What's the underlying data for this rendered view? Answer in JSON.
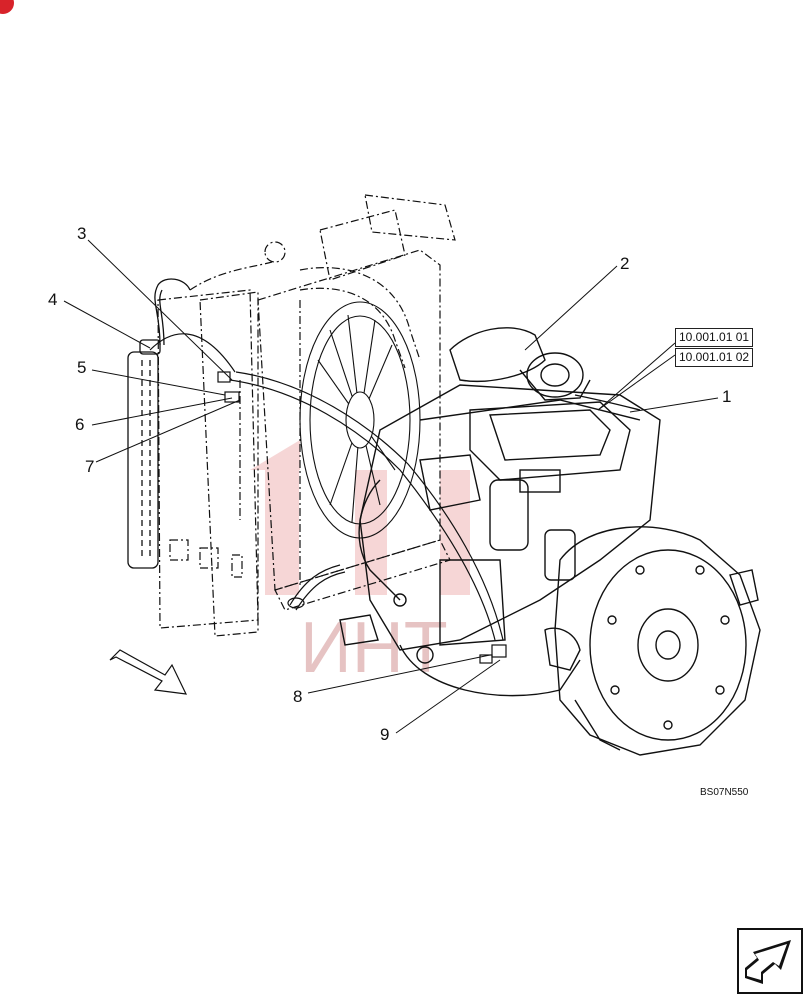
{
  "diagram": {
    "callouts": [
      {
        "id": "1",
        "label": "1"
      },
      {
        "id": "2",
        "label": "2"
      },
      {
        "id": "3",
        "label": "3"
      },
      {
        "id": "4",
        "label": "4"
      },
      {
        "id": "5",
        "label": "5"
      },
      {
        "id": "6",
        "label": "6"
      },
      {
        "id": "7",
        "label": "7"
      },
      {
        "id": "8",
        "label": "8"
      },
      {
        "id": "9",
        "label": "9"
      }
    ],
    "references": [
      "10.001.01 01",
      "10.001.01 02"
    ],
    "figure_code": "BS07N550",
    "watermark": "ИНТ"
  },
  "colors": {
    "line": "#111111",
    "watermark": "#e8a0a0",
    "corner_mark": "#d8232a"
  },
  "icons": {
    "direction": "direction-arrow-icon",
    "nav": "next-page-arrow-icon"
  }
}
